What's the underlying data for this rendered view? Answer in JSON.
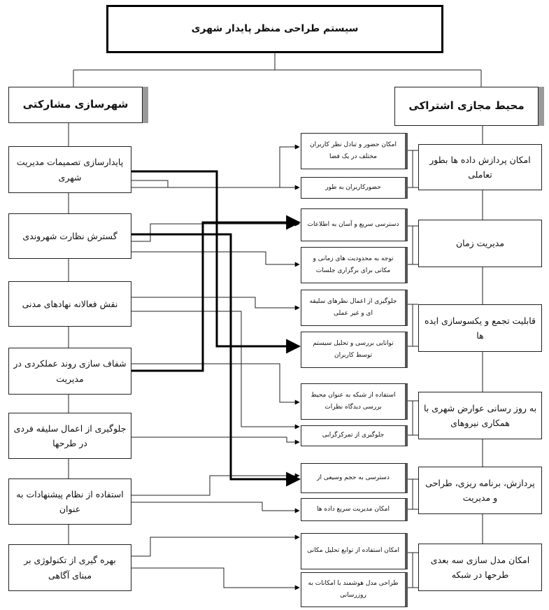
{
  "title": "سیستم طراحی منظر پایدار شهری",
  "headers": {
    "left": "شهرسازی مشارکتی",
    "right": "محیط مجازی اشتراکی"
  },
  "left_items": [
    "پایدارسازی تصمیمات مدیریت شهری",
    "گسترش نظارت شهروندی",
    "نقش فعالانه نهادهای مدنی",
    "شفاف سازی روند عملکردی در مدیریت",
    "جلوگیری از اعمال سلیقه فردی در طرحها",
    "استفاده از نظام پیشنهادات به عنوان",
    "بهره گیری از تکنولوژی بر مبنای آگاهی"
  ],
  "middle_items": [
    "امکان حضور و تبادل نظر کاربران مختلف در یک فضا",
    "حضورکاربران به طور",
    "دسترسی سریع و آسان به اطلاعات",
    "توجه به محدودیت های زمانی و مکانی برای برگزاری جلسات",
    "جلوگیری از اعمال نظرهای سلیقه ای و غیر عملی",
    "توانایی بررسی و تحلیل سیستم توسط کاربران",
    "استفاده از شبکه به عنوان محیط بررسی دیدگاه نظرات",
    "جلوگیری از تمرکزگرایی",
    "دسترسی به حجم وسیعی از",
    "امکان مدیریت سریع داده ها",
    "امکان استفاده از توابع تحلیل مکانی",
    "طراحی مدل هوشمند با امکانات به روزرسانی"
  ],
  "right_items": [
    "امکان پردازش داده ها بطور تعاملی",
    "مدیریت زمان",
    "قابلیت تجمع و یکسوسازی ایده ها",
    "به روز رسانی عوارض شهری با همکاری نیروهای",
    "پردازش، برنامه ریزی، طراحی و مدیریت",
    "امکان مدل سازی سه بعدی طرحها در شبکه"
  ]
}
